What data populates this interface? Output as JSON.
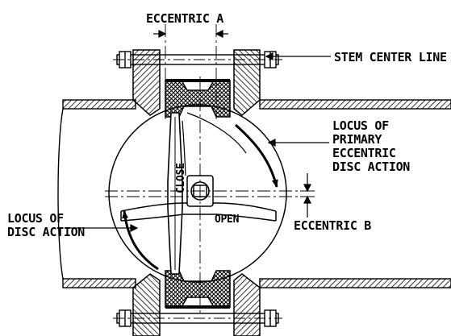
{
  "labels": {
    "eccentric_a": "ECCENTRIC A",
    "stem_center_line": "STEM CENTER LINE",
    "locus_primary": [
      "LOCUS OF",
      "PRIMARY",
      "ECCENTRIC",
      "DISC ACTION"
    ],
    "close": "CLOSE",
    "open": "OPEN",
    "locus_disc": [
      "LOCUS OF",
      "DISC ACTION"
    ],
    "eccentric_b": "ECCENTRIC B"
  },
  "colors": {
    "line": "#000000",
    "background": "#ffffff"
  }
}
